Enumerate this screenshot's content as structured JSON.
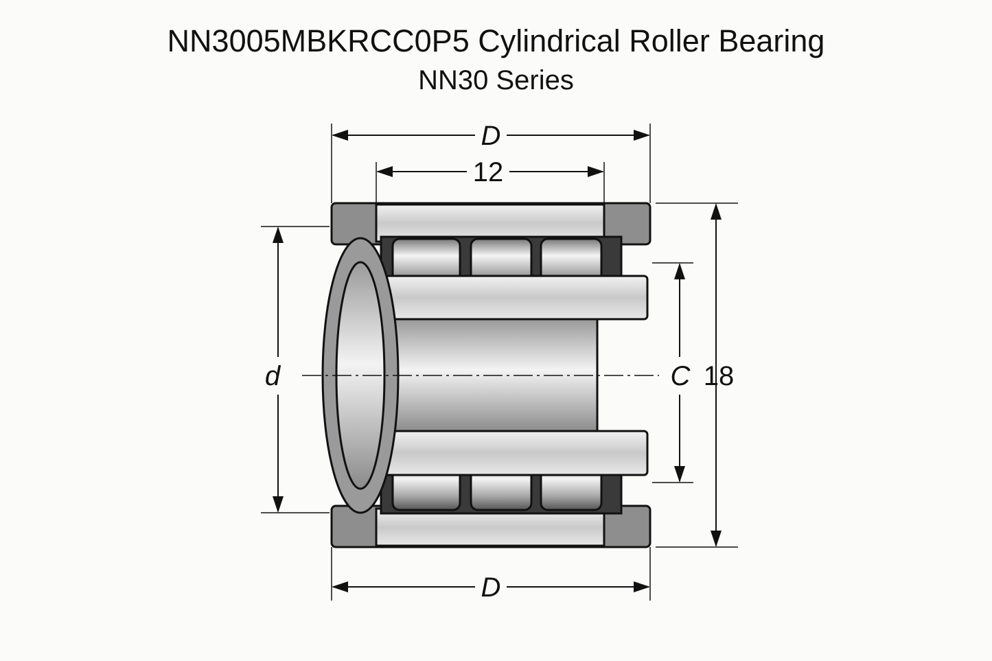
{
  "title": "NN3005MBKRCC0P5 Cylindrical Roller Bearing",
  "subtitle": "NN30 Series",
  "dimensions": {
    "top_width": "D",
    "roller_span": "12",
    "bore": "d",
    "inner_raceway": "C",
    "outer_height": "18",
    "bottom_width": "D"
  }
}
